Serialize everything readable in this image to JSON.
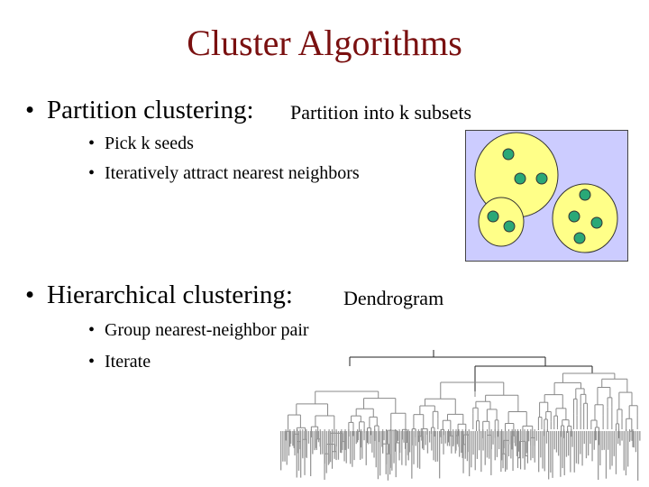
{
  "title": "Cluster Algorithms",
  "sections": [
    {
      "heading": "Partition clustering:",
      "note": "Partition into k subsets",
      "bullets": [
        "Pick k seeds",
        "Iteratively attract nearest neighbors"
      ]
    },
    {
      "heading": "Hierarchical clustering:",
      "note": "Dendrogram",
      "bullets": [
        "Group nearest-neighbor pair",
        "Iterate"
      ]
    }
  ],
  "bullet_char": "•",
  "colors": {
    "title": "#7a1010",
    "diagram_background": "#ccccff",
    "cluster_fill": "#ffff88",
    "point_fill": "#2aa877",
    "dendrogram_lines": "#888888"
  }
}
